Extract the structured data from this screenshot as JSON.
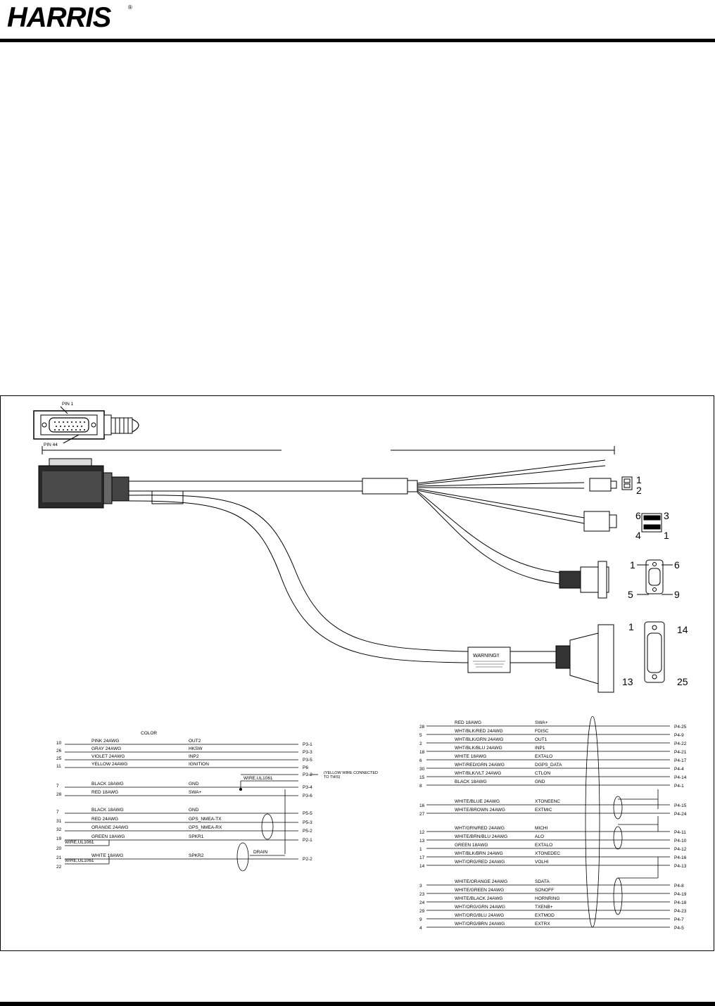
{
  "header": {
    "logo_text": "HARRIS",
    "logo_registered": "®"
  },
  "drawing": {
    "pin_labels": {
      "pin1": "PIN 1",
      "pin44": "PIN 44"
    },
    "warning_label": "WARNING!!",
    "connector_numbers": {
      "p_power": [
        "1",
        "2"
      ],
      "p_six": [
        "6",
        "3",
        "4",
        "1"
      ],
      "db9": [
        "1",
        "6",
        "5",
        "9"
      ],
      "db25": [
        "1",
        "14",
        "13",
        "25"
      ]
    }
  },
  "left_table": {
    "header": "COLOR",
    "rows": [
      {
        "pin": "10",
        "wire": "PINK 24AWG",
        "signal": "OUT2",
        "dest": "P3-1"
      },
      {
        "pin": "26",
        "wire": "GRAY 24AWG",
        "signal": "HKSW",
        "dest": "P3-3"
      },
      {
        "pin": "25",
        "wire": "VIOLET 24AWG",
        "signal": "INP2",
        "dest": "P3-5"
      },
      {
        "pin": "11",
        "wire": "YELLOW 24AWG",
        "signal": "IGNITION",
        "dest": "P6"
      },
      {
        "pin": "",
        "wire": "",
        "signal": "",
        "dest": "P3-2"
      },
      {
        "pin": "7",
        "wire": "BLACK 18AWG",
        "signal": "GND",
        "dest": "P3-4"
      },
      {
        "pin": "28",
        "wire": "RED 18AWG",
        "signal": "SWA+",
        "dest": "P3-6"
      },
      {
        "pin": "7",
        "wire": "BLACK 18AWG",
        "signal": "GND",
        "dest": "P5-5"
      },
      {
        "pin": "31",
        "wire": "RED 24AWG",
        "signal": "GPS_NMEA-TX",
        "dest": "P5-3"
      },
      {
        "pin": "32",
        "wire": "ORANGE 24AWG",
        "signal": "GPS_NMEA-RX",
        "dest": "P5-2"
      },
      {
        "pin": "19",
        "wire": "GREEN 18AWG",
        "signal": "SPKR1",
        "dest": "P2-1"
      },
      {
        "pin": "20",
        "wire": "",
        "signal": "",
        "dest": ""
      },
      {
        "pin": "21",
        "wire": "WHITE 18AWG",
        "signal": "SPKR2",
        "dest": "P2-2"
      },
      {
        "pin": "22",
        "wire": "",
        "signal": "",
        "dest": ""
      }
    ],
    "wire_ul_label": "WIRE,UL1061",
    "wire_ul_left_1": "WIRE,UL1061",
    "wire_ul_left_2": "WIRE,UL1061",
    "drain_label": "DRAIN",
    "note_line1": "(YELLOW WIRE CONNECTED",
    "note_line2": "TO THIS)"
  },
  "right_table": {
    "rows": [
      {
        "pin": "28",
        "wire": "RED 18AWG",
        "signal": "SWA+",
        "dest": "P4-25"
      },
      {
        "pin": "5",
        "wire": "WHT/BLK/RED 24AWG",
        "signal": "FDISC",
        "dest": "P4-9"
      },
      {
        "pin": "2",
        "wire": "WHT/BLK/GRN 24AWG",
        "signal": "OUT1",
        "dest": "P4-22"
      },
      {
        "pin": "18",
        "wire": "WHT/BLK/BLU 24AWG",
        "signal": "INP1",
        "dest": "P4-21"
      },
      {
        "pin": "6",
        "wire": "WHITE 18AWG",
        "signal": "EXTALO",
        "dest": "P4-17"
      },
      {
        "pin": "30",
        "wire": "WHT/RED/GRN 24AWG",
        "signal": "DGPS_DATA",
        "dest": "P4-4"
      },
      {
        "pin": "15",
        "wire": "WHT/BLK/VLT 24AWG",
        "signal": "CTLON",
        "dest": "P4-14"
      },
      {
        "pin": "8",
        "wire": "BLACK 18AWG",
        "signal": "GND",
        "dest": "P4-1"
      },
      {
        "pin": "16",
        "wire": "WHITE/BLUE 24AWG",
        "signal": "XTONEENC",
        "dest": "P4-15"
      },
      {
        "pin": "27",
        "wire": "WHITE/BROWN 24AWG",
        "signal": "EXTMIC",
        "dest": "P4-24"
      },
      {
        "pin": "12",
        "wire": "WHT/GRN/RED 24AWG",
        "signal": "MICHI",
        "dest": "P4-11"
      },
      {
        "pin": "13",
        "wire": "WHITE/BRN/BLU 24AWG",
        "signal": "ALO",
        "dest": "P4-10"
      },
      {
        "pin": "1",
        "wire": "GREEN 18AWG",
        "signal": "EXTALO",
        "dest": "P4-12"
      },
      {
        "pin": "17",
        "wire": "WHT/BLK/BRN 24AWG",
        "signal": "XTONEDEC",
        "dest": "P4-16"
      },
      {
        "pin": "14",
        "wire": "WHT/ORG/RED 24AWG",
        "signal": "VOLHI",
        "dest": "P4-13"
      },
      {
        "pin": "3",
        "wire": "WHITE/ORANGE 24AWG",
        "signal": "SDATA",
        "dest": "P4-8"
      },
      {
        "pin": "23",
        "wire": "WHITE/GREEN 24AWG",
        "signal": "SONOFF",
        "dest": "P4-19"
      },
      {
        "pin": "24",
        "wire": "WHITE/BLACK 24AWG",
        "signal": "HORNRING",
        "dest": "P4-18"
      },
      {
        "pin": "29",
        "wire": "WHT/ORG/GRN 24AWG",
        "signal": "TXENB+",
        "dest": "P4-23"
      },
      {
        "pin": "9",
        "wire": "WHT/ORG/BLU 24AWG",
        "signal": "EXTMOD",
        "dest": "P4-7"
      },
      {
        "pin": "4",
        "wire": "WHT/ORG/BRN 24AWG",
        "signal": "EXTRX",
        "dest": "P4-5"
      }
    ]
  }
}
